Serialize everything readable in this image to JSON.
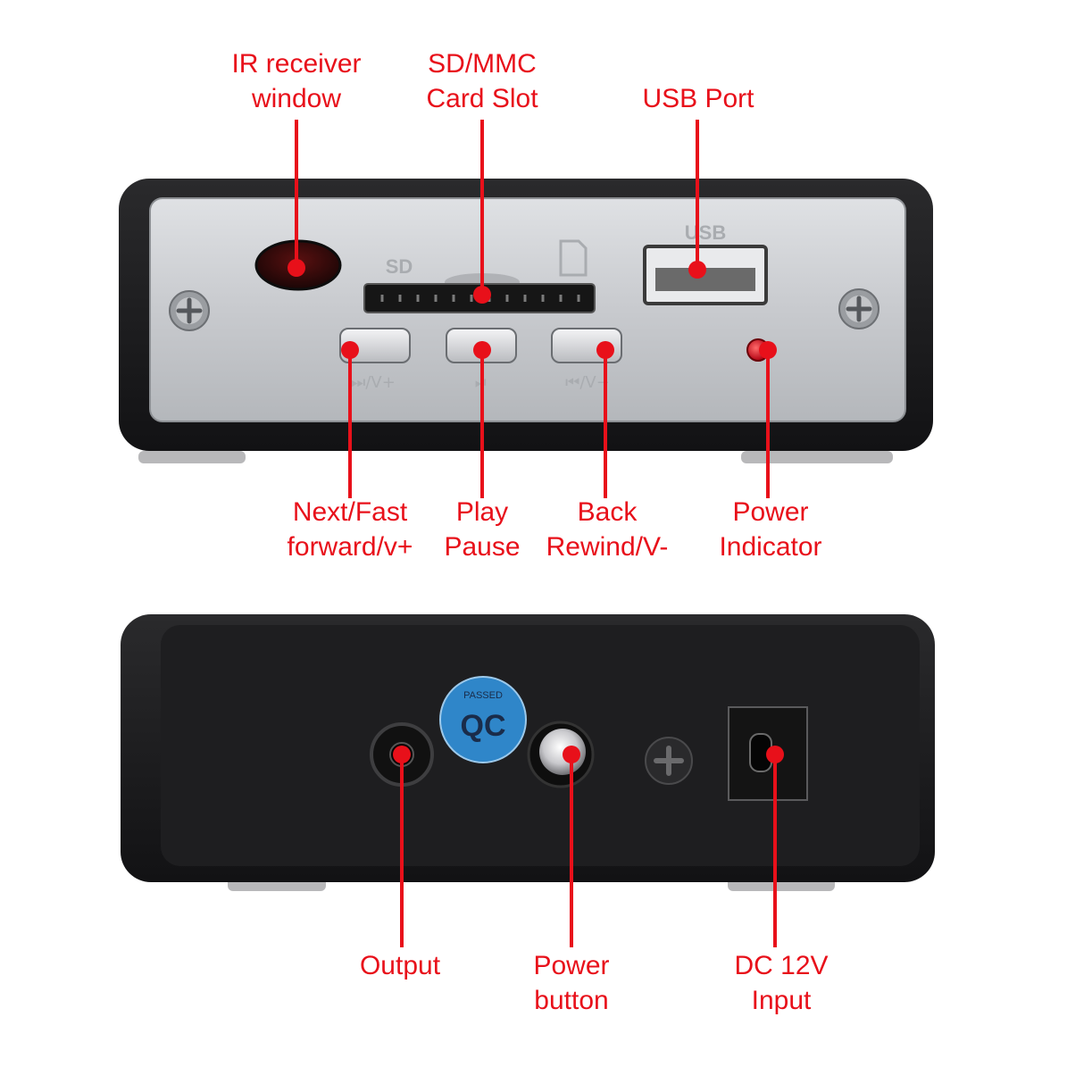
{
  "top_panel": {
    "silkscreen": {
      "sd": "SD",
      "usb": "USB",
      "next_button": "⏭/V+",
      "play_button": "⏯",
      "back_button": "⏮/V−"
    },
    "callouts": {
      "ir_receiver": [
        "IR receiver",
        "window"
      ],
      "card_slot": [
        "SD/MMC",
        "Card Slot"
      ],
      "usb_port": [
        "USB Port"
      ],
      "next": [
        "Next/Fast",
        "forward/v+"
      ],
      "play": [
        "Play",
        "Pause"
      ],
      "back": [
        "Back",
        "Rewind/V-"
      ],
      "power_indicator": [
        "Power",
        "Indicator"
      ]
    }
  },
  "bottom_panel": {
    "qc_sticker": [
      "QC",
      "PASSED"
    ],
    "callouts": {
      "output": [
        "Output"
      ],
      "power_button": [
        "Power",
        "button"
      ],
      "dc_input": [
        "DC 12V",
        "Input"
      ]
    }
  },
  "colors": {
    "callout": "#e8101a",
    "case": "#1c1c1e",
    "faceplate": "#c9cbcf",
    "qc_sticker": "#2f86c9"
  }
}
